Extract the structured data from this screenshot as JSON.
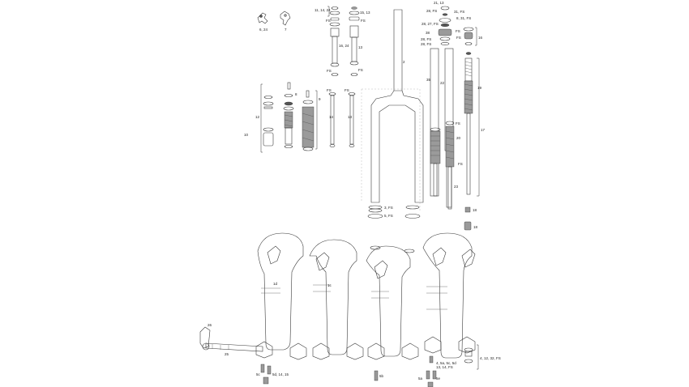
{
  "labels": {
    "l_6_24": "6, 24",
    "l_7": "7",
    "l_11_14_24": "11, 14, 24",
    "l_15_13": "15, 13",
    "l_fs_a": "FS",
    "l_fs_b": "FS",
    "l_16_24": "16, 24",
    "l_13_a": "13",
    "l_fs_c": "FS",
    "l_fs_d": "FS",
    "l_2": "2",
    "l_21_13": "21, 13",
    "l_31_fs": "31, FS",
    "l_28_fs": "28, FS",
    "l_8_31_fs": "8, 31, FS",
    "l_28_27_fs": "28, 27, FS",
    "l_38": "38",
    "l_fs_e": "FS",
    "l_28_fs_b": "28, FS",
    "l_28_fs_c": "28, FS",
    "l_fs_f": "FS",
    "l_16": "16",
    "l_19": "19",
    "l_35": "35",
    "l_22": "22",
    "l_12": "12",
    "l_10": "10",
    "l_8": "8",
    "l_9": "9",
    "l_fs_g": "FS",
    "l_fs_h": "FS",
    "l_14": "14",
    "l_13_b": "13",
    "l_fs_i": "FS",
    "l_20": "20",
    "l_fs_j": "FS",
    "l_17": "17",
    "l_23": "23",
    "l_3_fs": "3, FS",
    "l_5_fs": "5, FS",
    "l_18": "18",
    "l_18b": "18",
    "l_1d": "1d",
    "l_1c": "1c",
    "l_1b": "1b",
    "l_1a": "1a",
    "l_26": "26",
    "l_25": "25",
    "l_5c": "5c",
    "l_5d_14_15": "5d, 14, 15",
    "l_5b": "5b",
    "l_5a": "5a",
    "l_5e": "5e",
    "l_4group": "4, 5a, 5c, 5d",
    "l_4group2": "13, 14, FS",
    "l_4_12": "4, 12, 32, FS"
  }
}
